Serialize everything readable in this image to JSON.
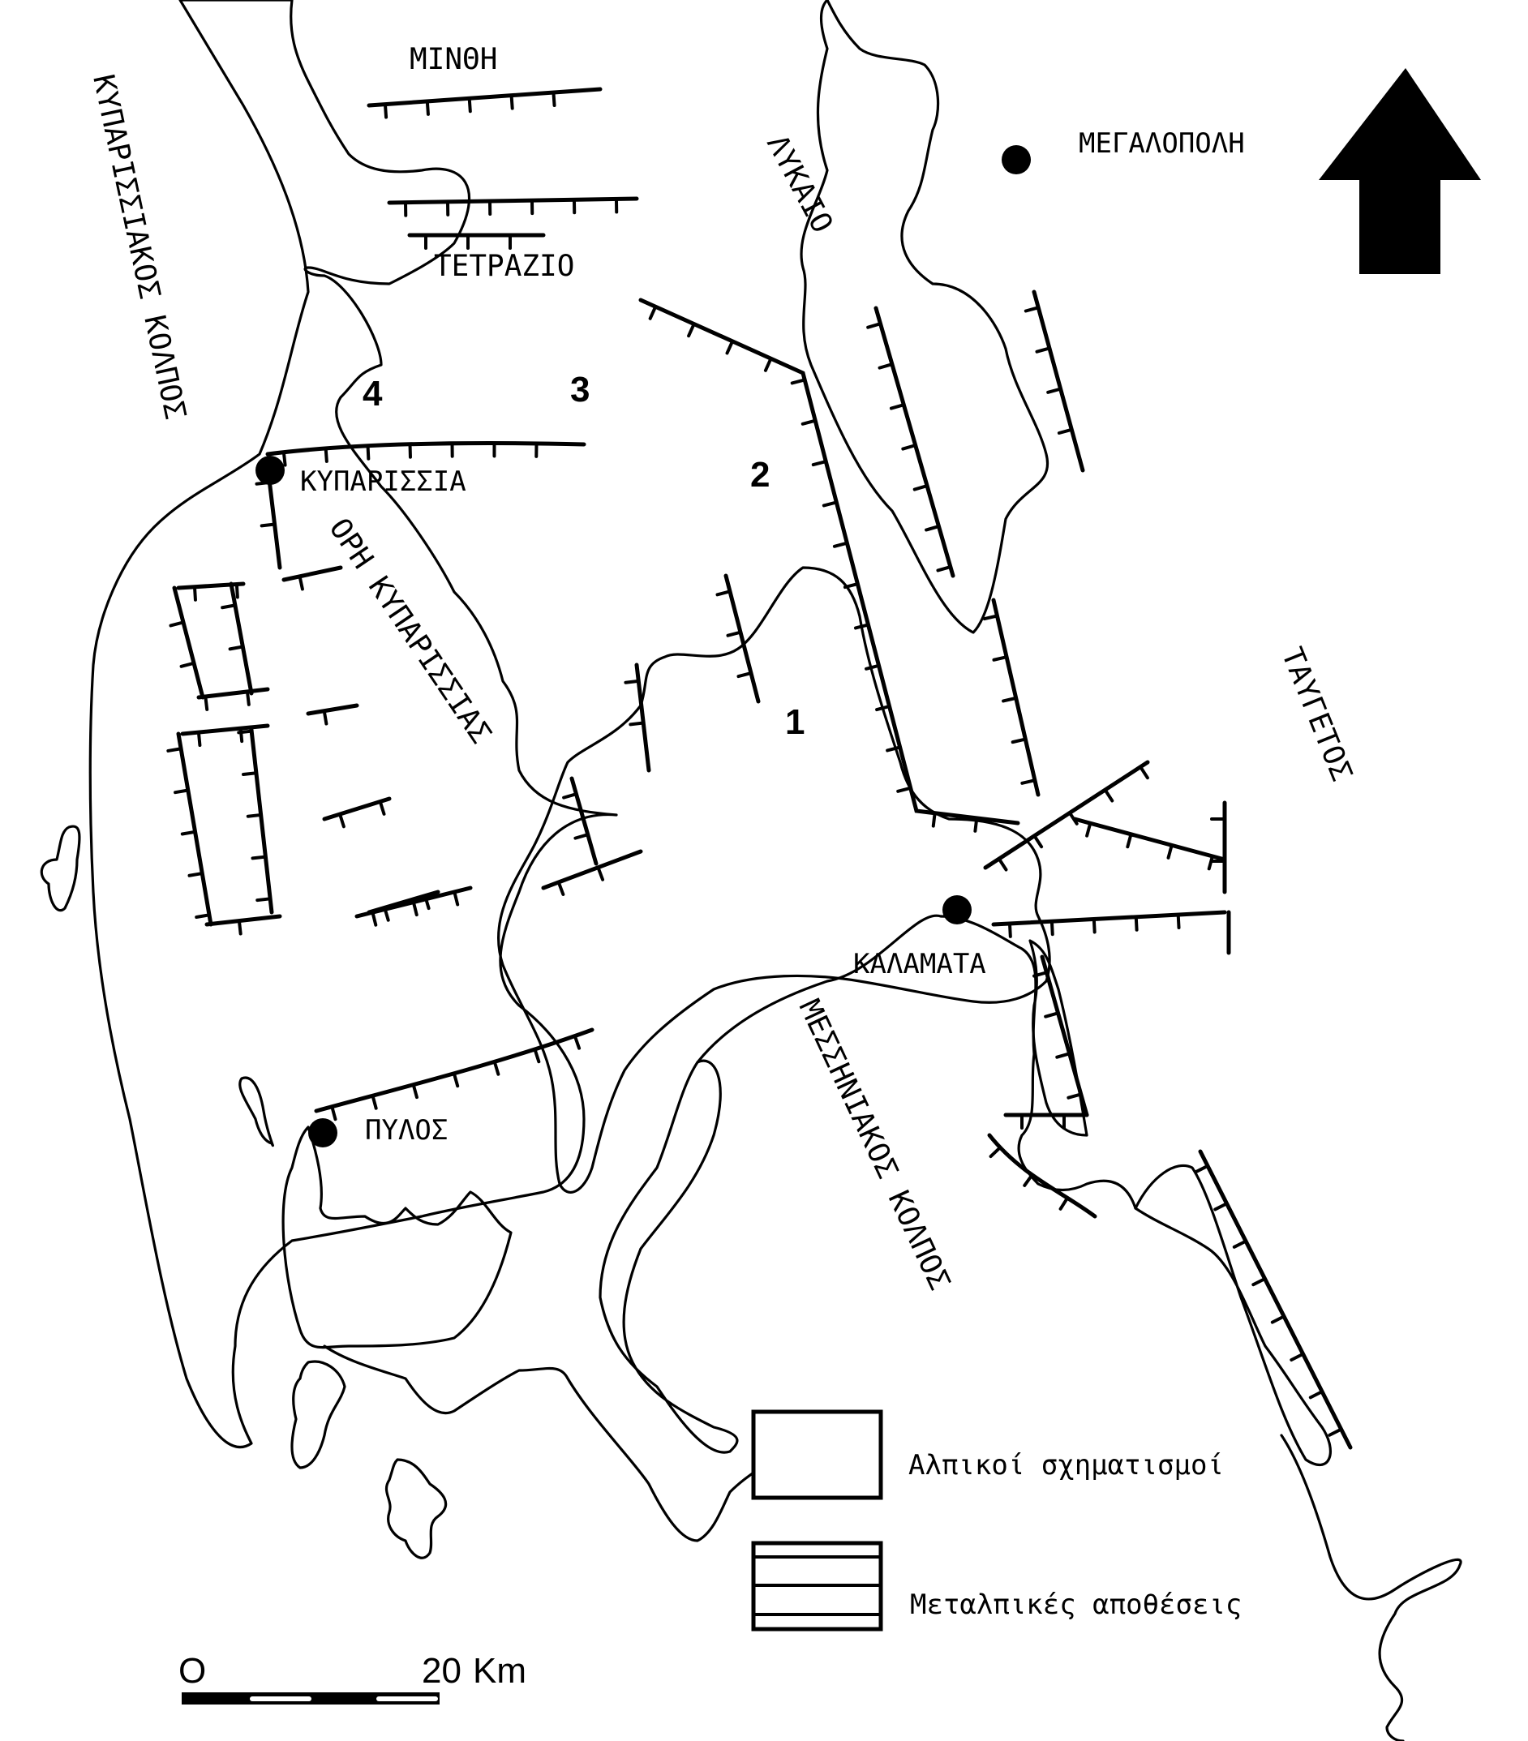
{
  "map": {
    "seas": {
      "kyparissiakos": "ΚΥΠΑΡΙΣΣΙΑΚΟΣ ΚΟΛΠΟΣ",
      "messiniakos": "ΜΕΣΣΗΝΙΑΚΟΣ ΚΟΛΠΟΣ"
    },
    "mountains": {
      "minthi": "ΜΙΝΘΗ",
      "tetrazio": "ΤΕΤΡΑΖΙΟ",
      "lykaio": "ΛΥΚΑΙΟ",
      "kyparissia_mts": "ΟΡΗ ΚΥΠΑΡΙΣΣΙΑΣ",
      "taygetos": "ΤΑΥΓΕΤΟΣ"
    },
    "towns": {
      "megalopoli": "ΜΕΓΑΛΟΠΟΛΗ",
      "kyparissia": "ΚΥΠΑΡΙΣΣΙΑ",
      "kalamata": "ΚΑΛΑΜΑΤΑ",
      "pylos": "ΠΥΛΟΣ"
    },
    "basin_numbers": [
      "1",
      "2",
      "3",
      "4"
    ],
    "north_arrow": "north-arrow-icon"
  },
  "legend": {
    "items": [
      {
        "pattern": "blank",
        "label": "Αλπικοί σχηματισμοί"
      },
      {
        "pattern": "horizontal-hatch",
        "label": "Μεταλπικές αποθέσεις"
      }
    ]
  },
  "scale_bar": {
    "start": "O",
    "end": "20",
    "unit": "Km"
  },
  "colors": {
    "ink": "#000000",
    "paper": "#ffffff"
  }
}
